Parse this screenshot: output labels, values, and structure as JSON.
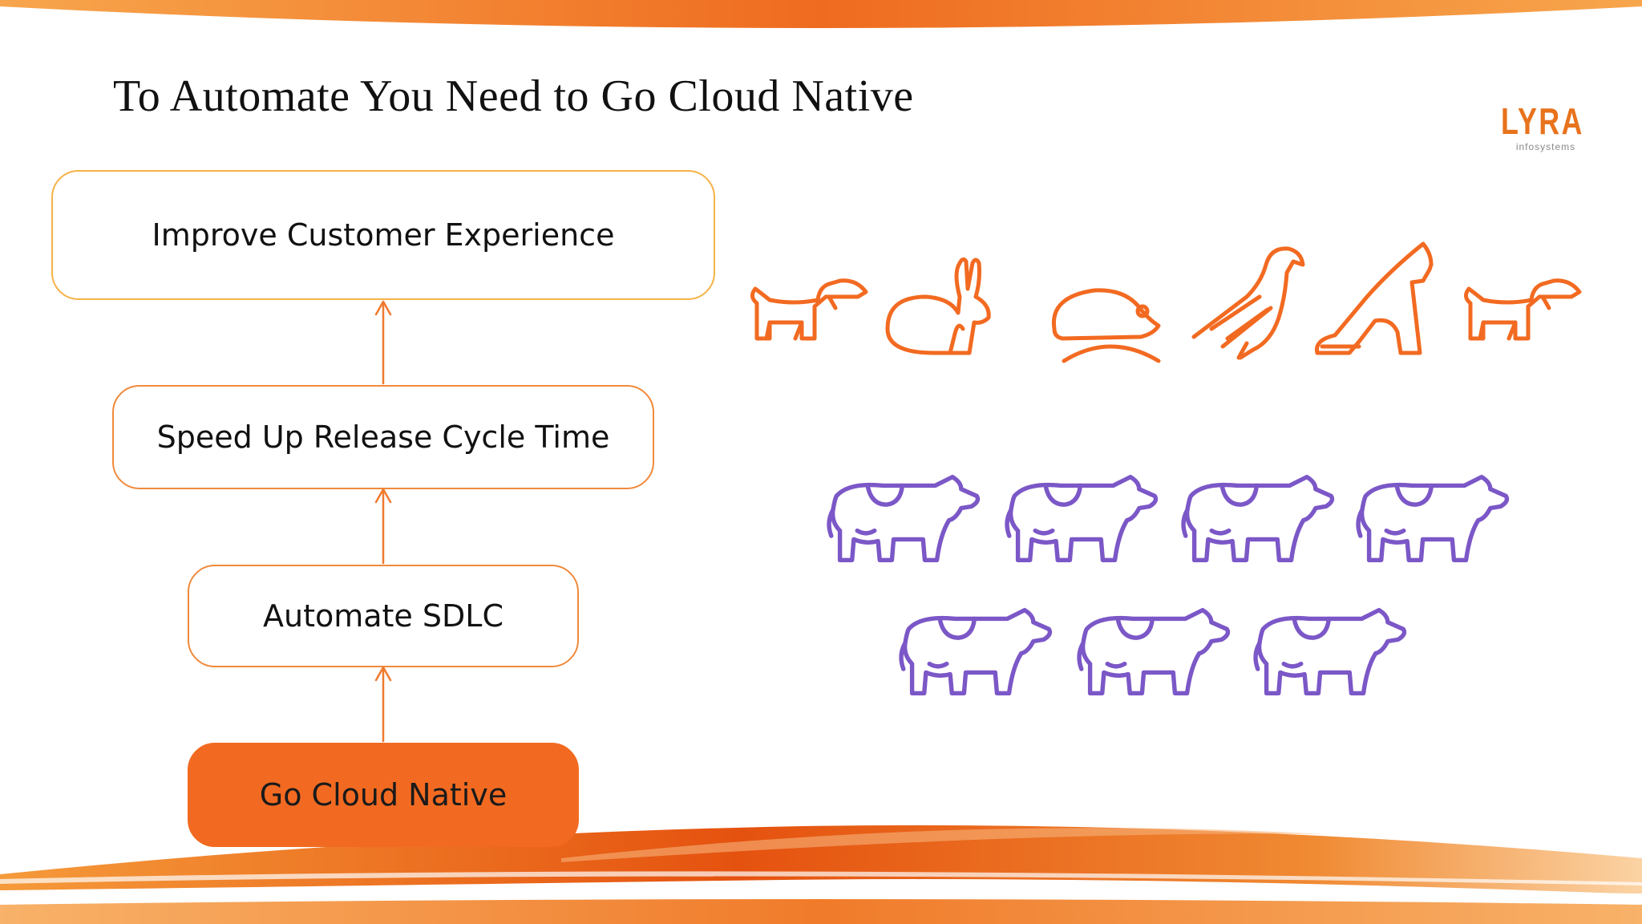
{
  "slide": {
    "title": "To Automate You Need to Go Cloud Native",
    "logo": {
      "word": "LYRA",
      "sub": "infosystems"
    },
    "accent_color": "#f26a21",
    "cow_color": "#7b57c7"
  },
  "flow": [
    {
      "label": "Improve Customer Experience",
      "filled": false
    },
    {
      "label": "Speed Up Release Cycle Time",
      "filled": false
    },
    {
      "label": "Automate SDLC",
      "filled": false
    },
    {
      "label": "Go Cloud Native",
      "filled": true
    }
  ],
  "pets": [
    "dog-icon",
    "rabbit-icon",
    "hamster-icon",
    "bird-icon",
    "cat-icon",
    "dog-icon"
  ],
  "cattle": {
    "icon": "cow-icon",
    "rows": [
      4,
      3
    ]
  }
}
